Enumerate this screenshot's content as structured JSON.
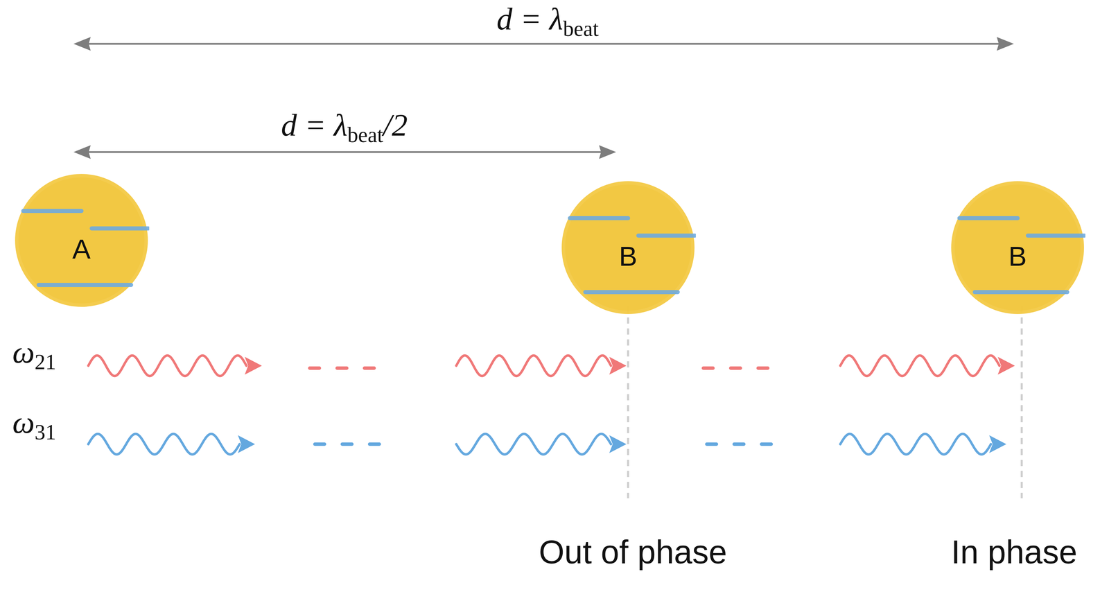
{
  "diagram": {
    "nodes": [
      {
        "text": [
          "A"
        ]
      },
      {
        "text": [
          "B"
        ]
      },
      {
        "text": [
          "B"
        ]
      }
    ],
    "labels": [
      "d = λbeat",
      "d = λbeat/2",
      "ω21",
      "ω31",
      "Out of phase",
      "In phase"
    ]
  }
}
